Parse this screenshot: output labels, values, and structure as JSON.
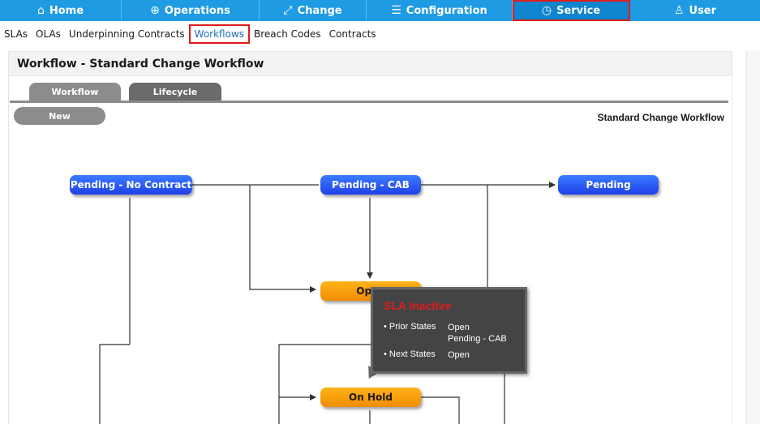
{
  "topnav": {
    "tabs": [
      {
        "icon": "home-icon",
        "glyph": "⌂",
        "label": "Home"
      },
      {
        "icon": "operations-icon",
        "glyph": "⊕",
        "label": "Operations"
      },
      {
        "icon": "change-icon",
        "glyph": "⤢",
        "label": "Change"
      },
      {
        "icon": "configuration-icon",
        "glyph": "☰",
        "label": "Configuration"
      },
      {
        "icon": "clock-icon",
        "glyph": "◷",
        "label": "Service"
      },
      {
        "icon": "user-icon",
        "glyph": "♙",
        "label": "User"
      }
    ],
    "active": "Service"
  },
  "subnav": {
    "items": [
      "SLAs",
      "OLAs",
      "Underpinning Contracts",
      "Workflows",
      "Breach Codes",
      "Contracts"
    ],
    "active": "Workflows"
  },
  "panel": {
    "title": "Workflow - Standard Change Workflow",
    "tabs": {
      "workflow": "Workflow",
      "lifecycle": "Lifecycle"
    },
    "new_button": "New",
    "workflow_name": "Standard Change Workflow"
  },
  "diagram": {
    "states": {
      "pending_no_contract": "Pending - No Contract",
      "pending_cab": "Pending - CAB",
      "pending": "Pending",
      "open": "Open",
      "on_hold": "On Hold"
    },
    "colors": {
      "blue": "#2f5bff",
      "orange": "#f7a10f",
      "line": "#333333"
    }
  },
  "tooltip": {
    "title": "SLA Inactive",
    "prior_label": "• Prior States",
    "prior_values": [
      "Open",
      "Pending - CAB"
    ],
    "next_label": "• Next States",
    "next_values": [
      "Open"
    ]
  }
}
